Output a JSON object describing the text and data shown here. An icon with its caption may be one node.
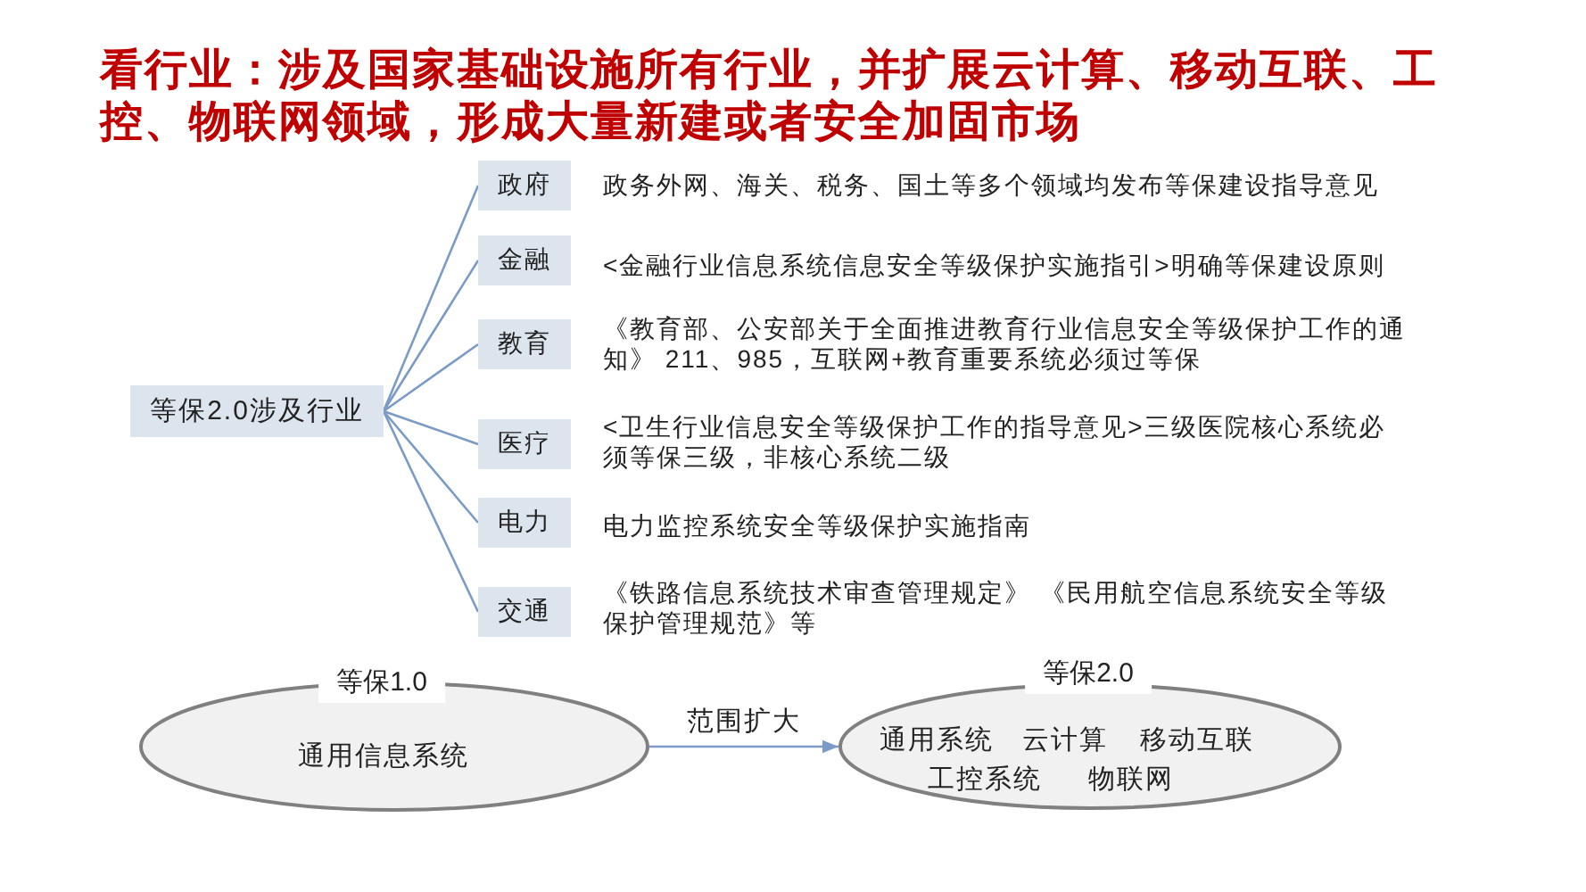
{
  "diagram": {
    "title": "看行业：涉及国家基础设施所有行业，并扩展云计算、移动互联、工控、物联网领域，形成大量新建或者安全加固市场",
    "nodes": [
      {
        "text": [
          "等保2.0涉及行业"
        ]
      },
      {
        "text": [
          "政府"
        ],
        "beside": [
          "政务外网、海关、税务、国土等多个领域均发布等保建设指导意见"
        ]
      },
      {
        "text": [
          "金融"
        ],
        "beside": [
          "<金融行业信息系统信息安全等级保护实施指引>明确等保建设原则"
        ]
      },
      {
        "text": [
          "教育"
        ],
        "beside": [
          "《教育部、公安部关于全面推进教育行业信息安全等级保护工作的通知》 211、985，互联网+教育重要系统必须过等保"
        ]
      },
      {
        "text": [
          "医疗"
        ],
        "beside": [
          "<卫生行业信息安全等级保护工作的指导意见>三级医院核心系统必须等保三级，非核心系统二级"
        ]
      },
      {
        "text": [
          "电力"
        ],
        "beside": [
          "电力监控系统安全等级保护实施指南"
        ]
      },
      {
        "text": [
          "交通"
        ],
        "beside": [
          "《铁路信息系统技术审查管理规定》 《民用航空信息系统安全等级保护管理规范》等"
        ]
      },
      {
        "text": [
          "等保1.0",
          "通用信息系统"
        ]
      },
      {
        "text": [
          "等保2.0",
          "通用系统",
          "云计算",
          "移动互联",
          "工控系统",
          "物联网"
        ]
      }
    ],
    "edges": [
      {
        "from": 0,
        "to": 1,
        "arrow": "none"
      },
      {
        "from": 0,
        "to": 2,
        "arrow": "none"
      },
      {
        "from": 0,
        "to": 3,
        "arrow": "none"
      },
      {
        "from": 0,
        "to": 4,
        "arrow": "none"
      },
      {
        "from": 0,
        "to": 5,
        "arrow": "none"
      },
      {
        "from": 0,
        "to": 6,
        "arrow": "none"
      },
      {
        "from": 7,
        "to": 8,
        "arrow": "to",
        "label": "范围扩大"
      }
    ]
  }
}
